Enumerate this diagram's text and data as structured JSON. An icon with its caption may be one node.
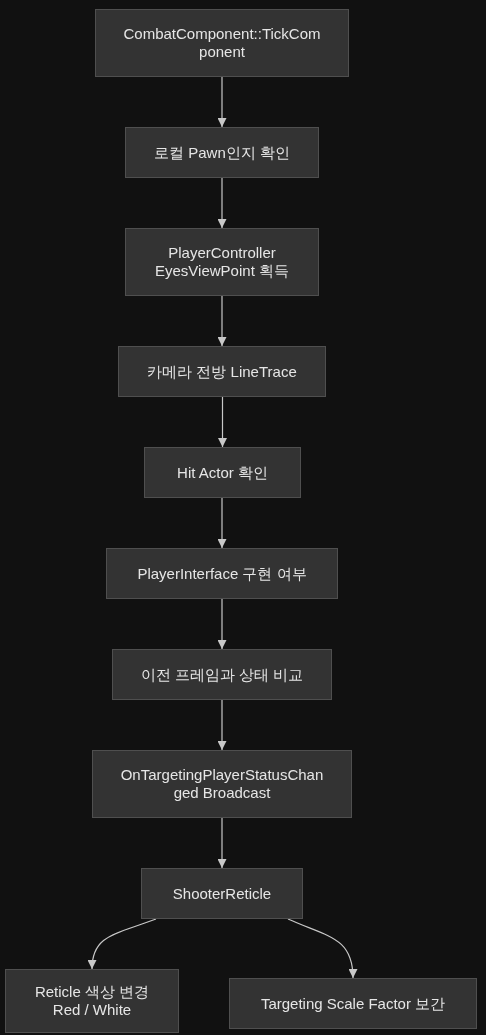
{
  "diagram": {
    "nodes": [
      {
        "text": [
          "CombatComponent::TickComponent"
        ]
      },
      {
        "text": [
          "로컬 Pawn인지 확인"
        ]
      },
      {
        "text": [
          "PlayerController EyesViewPoint 획득"
        ]
      },
      {
        "text": [
          "카메라 전방 LineTrace"
        ]
      },
      {
        "text": [
          "Hit Actor 확인"
        ]
      },
      {
        "text": [
          "PlayerInterface 구현 여부"
        ]
      },
      {
        "text": [
          "이전 프레임과 상태 비교"
        ]
      },
      {
        "text": [
          "OnTargetingPlayerStatusChanged Broadcast"
        ]
      },
      {
        "text": [
          "ShooterReticle"
        ]
      },
      {
        "text": [
          "Reticle 색상 변경 Red / White"
        ]
      },
      {
        "text": [
          "Targeting Scale Factor 보간"
        ]
      }
    ],
    "edges": [
      {
        "from": 0,
        "to": 1,
        "arrow": "to"
      },
      {
        "from": 1,
        "to": 2,
        "arrow": "to"
      },
      {
        "from": 2,
        "to": 3,
        "arrow": "to"
      },
      {
        "from": 3,
        "to": 4,
        "arrow": "to"
      },
      {
        "from": 4,
        "to": 5,
        "arrow": "to"
      },
      {
        "from": 5,
        "to": 6,
        "arrow": "to"
      },
      {
        "from": 6,
        "to": 7,
        "arrow": "to"
      },
      {
        "from": 7,
        "to": 8,
        "arrow": "to"
      },
      {
        "from": 8,
        "to": 9,
        "arrow": "to"
      },
      {
        "from": 8,
        "to": 10,
        "arrow": "to"
      }
    ]
  }
}
